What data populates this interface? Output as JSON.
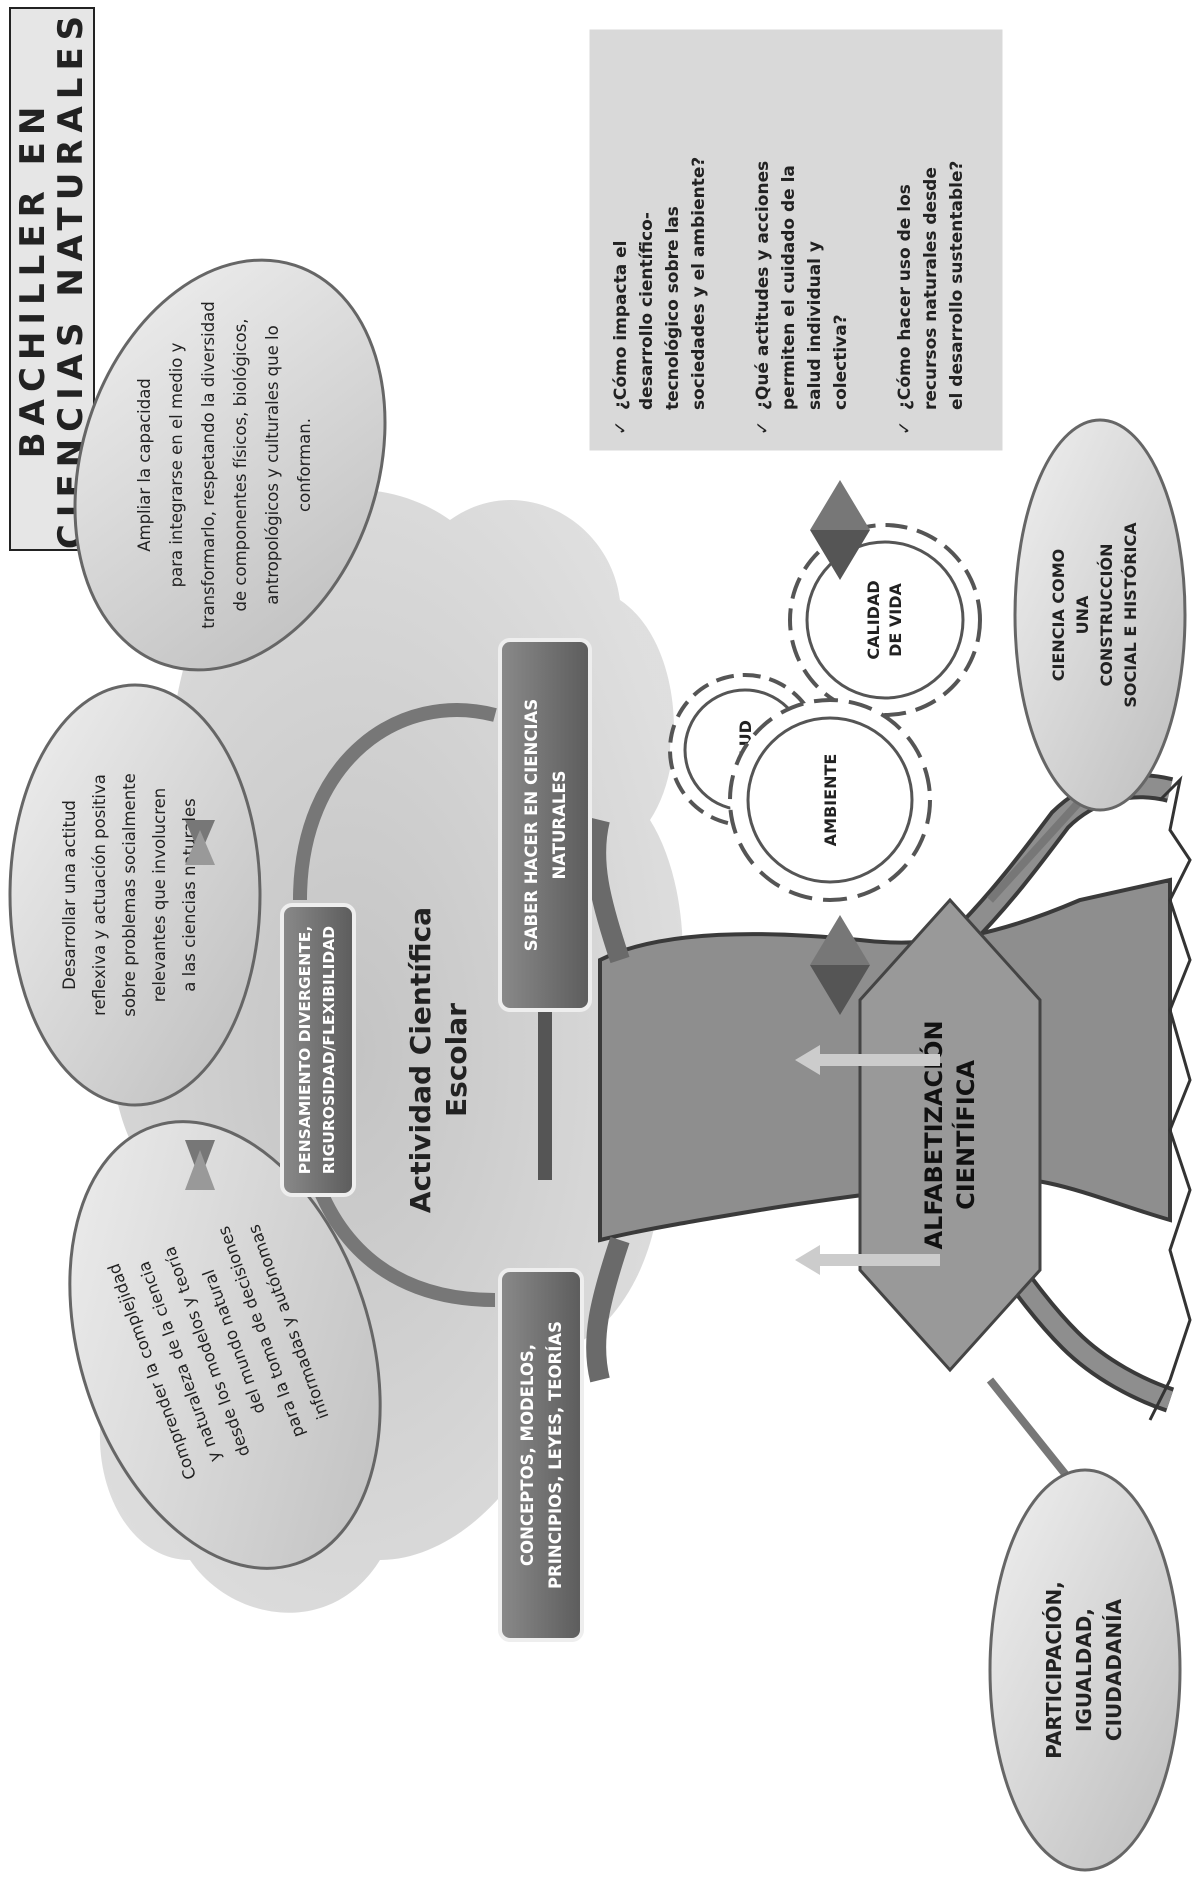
{
  "title": {
    "line1": "BACHILLER EN",
    "line2": "CIENCIAS NATURALES"
  },
  "ovals": {
    "ampliar": [
      "Ampliar  la capacidad",
      "para integrarse en el medio y",
      "transformarlo,  respetando la diversidad",
      "de componentes físicos, biológicos,",
      "antropológicos y culturales que lo",
      "conforman."
    ],
    "desarrollar": [
      "Desarrollar una actitud",
      "reflexiva y actuación positiva",
      "sobre problemas socialmente",
      "relevantes que involucren",
      "a las ciencias naturales"
    ],
    "comprender": [
      "Comprender la complejidad",
      "y naturaleza de la ciencia",
      "desde los modelos y teoría",
      "del mundo natural",
      "para la toma de decisiones",
      "informadas y autónomas"
    ]
  },
  "boxes": {
    "pensamiento": [
      "PENSAMIENTO DIVERGENTE,",
      "RIGUROSIDAD/FLEXIBILIDAD"
    ],
    "saber_hacer": [
      "SABER HACER EN CIENCIAS",
      "NATURALES"
    ],
    "conceptos": [
      "CONCEPTOS, MODELOS,",
      "PRINCIPIOS, LEYES, TEORÍAS"
    ]
  },
  "center_label": [
    "Actividad Científica",
    "Escolar"
  ],
  "gears": {
    "salud": "SALUD",
    "ambiente": "AMBIENTE",
    "calidad": [
      "CALIDAD",
      "DE VIDA"
    ]
  },
  "questions": {
    "check": "✓",
    "q1": [
      "¿Cómo impacta el",
      "desarrollo científico-",
      "tecnológico sobre las",
      "sociedades y el ambiente?"
    ],
    "q2": [
      "¿Qué actitudes y acciones",
      "permiten el cuidado de la",
      "salud individual y",
      "colectiva?"
    ],
    "q3": [
      "¿Cómo hacer uso de los",
      "recursos naturales desde",
      "el desarrollo sustentable?"
    ]
  },
  "alfabetizacion": [
    "ALFABETIZACIÓN",
    "CIENTÍFICA"
  ],
  "bottom_ovals": {
    "ciencia": [
      "CIENCIA COMO",
      "UNA",
      "CONSTRUCCIÓN",
      "SOCIAL E HISTÓRICA"
    ],
    "participacion": [
      "PARTICIPACIÓN,",
      "IGUALDAD,",
      "CIUDADANÍA"
    ]
  }
}
